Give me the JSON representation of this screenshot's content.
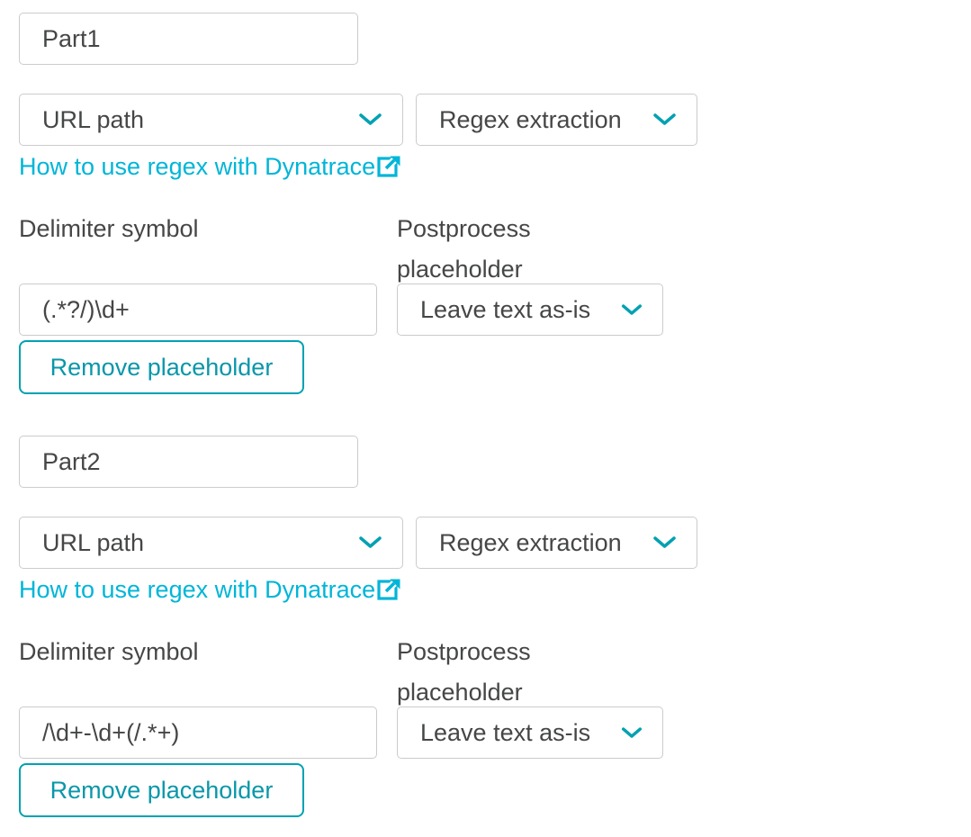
{
  "theme": {
    "accent": "#00a1b2",
    "link_color": "#00b5d8",
    "border_color": "#cbcbcb",
    "text_color": "#454646"
  },
  "icons": {
    "chevron_down": "chevron-down",
    "external_link": "external-link"
  },
  "sections": [
    {
      "name_value": "Part1",
      "source_select_value": "URL path",
      "method_select_value": "Regex extraction",
      "help_link_label": "How to use regex with Dynatrace",
      "delimiter_label": "Delimiter symbol",
      "postprocess_label": "Postprocess placeholder",
      "delimiter_value": "(.*?/)\\d+",
      "postprocess_select_value": "Leave text as-is",
      "remove_button_label": "Remove placeholder"
    },
    {
      "name_value": "Part2",
      "source_select_value": "URL path",
      "method_select_value": "Regex extraction",
      "help_link_label": "How to use regex with Dynatrace",
      "delimiter_label": "Delimiter symbol",
      "postprocess_label": "Postprocess placeholder",
      "delimiter_value": "/\\d+-\\d+(/.*+)",
      "postprocess_select_value": "Leave text as-is",
      "remove_button_label": "Remove placeholder"
    }
  ]
}
